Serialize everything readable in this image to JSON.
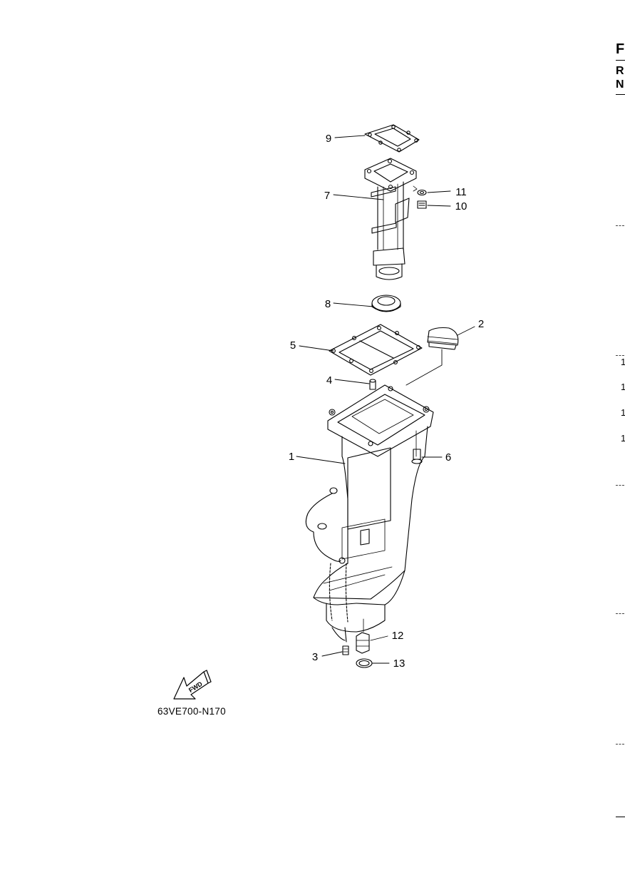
{
  "diagram": {
    "code": "63VE700-N170",
    "fwd_label": "FWD",
    "callouts": {
      "c1": "1",
      "c2": "2",
      "c3": "3",
      "c4": "4",
      "c5": "5",
      "c6": "6",
      "c7": "7",
      "c8": "8",
      "c9": "9",
      "c10": "10",
      "c11": "11",
      "c12": "12",
      "c13": "13"
    }
  },
  "right_edge": {
    "heading_letter": "F",
    "row_letters": [
      "R",
      "N"
    ],
    "index_digits": [
      "1",
      "1",
      "1",
      "1"
    ]
  }
}
